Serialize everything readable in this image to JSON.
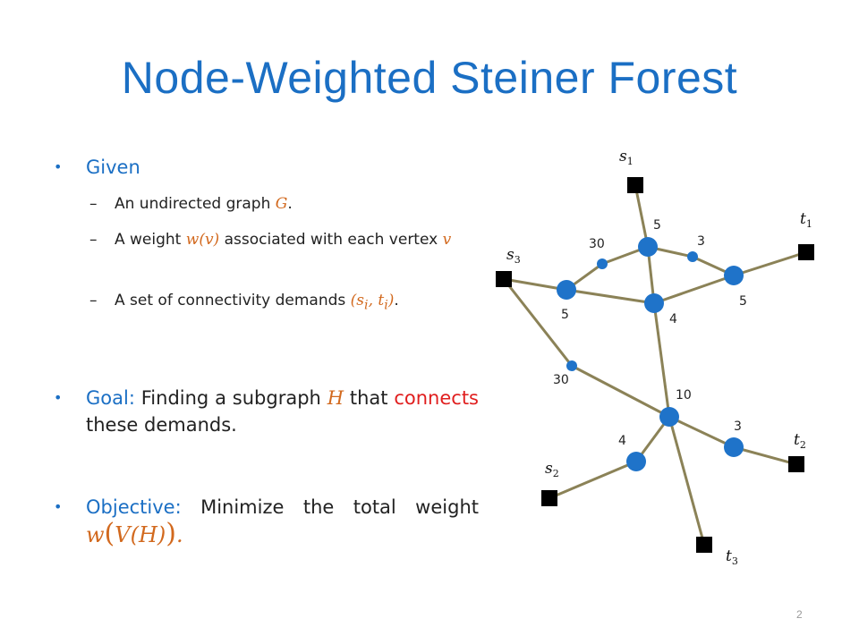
{
  "slide": {
    "title": "Node-Weighted Steiner Forest",
    "page_number": "2"
  },
  "bullets": {
    "given_label": "Given",
    "given_items": {
      "graph_text": "An undirected graph ",
      "graph_math": "G",
      "graph_end": ".",
      "weight_text": "A weight ",
      "weight_math": "w(v)",
      "weight_mid": " associated with each vertex ",
      "weight_var": "v",
      "demands_text": "A set of connectivity demands ",
      "demands_math": "(s",
      "demands_i1": "i",
      "demands_comma": ", t",
      "demands_i2": "i",
      "demands_close": ")",
      "demands_end": "."
    },
    "goal_label": "Goal:",
    "goal_text_1": " Finding a subgraph ",
    "goal_math": "H",
    "goal_text_2": " that ",
    "goal_red": "connects",
    "goal_text_3": " these demands.",
    "objective_label": "Objective:",
    "objective_text": " Minimize the total weight ",
    "objective_w": "w",
    "objective_open": "(",
    "objective_inner": "V(H)",
    "objective_close": ")",
    "objective_end": "."
  },
  "graph": {
    "terminals": {
      "s1": {
        "letter": "s",
        "sub": "1"
      },
      "t1": {
        "letter": "t",
        "sub": "1"
      },
      "s2": {
        "letter": "s",
        "sub": "2"
      },
      "t2": {
        "letter": "t",
        "sub": "2"
      },
      "s3": {
        "letter": "s",
        "sub": "3"
      },
      "t3": {
        "letter": "t",
        "sub": "3"
      }
    },
    "weights": {
      "top": "5",
      "top_left_small": "30",
      "top_right_small": "3",
      "left": "5",
      "center": "4",
      "right": "5",
      "mid_left_small": "30",
      "hub": "10",
      "lower_left": "4",
      "lower_right": "3"
    },
    "colors": {
      "edge": "#8b8257",
      "node": "#1f73c9",
      "terminal": "#000000"
    }
  }
}
